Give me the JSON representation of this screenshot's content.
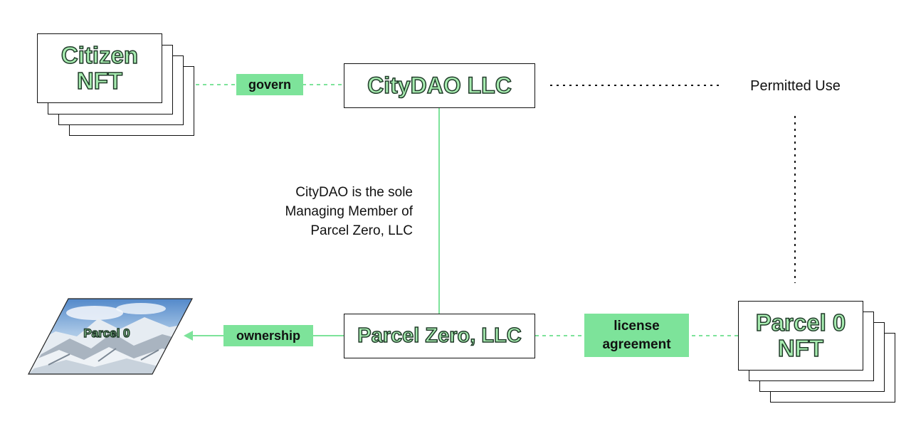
{
  "nodes": {
    "citizen_nft": "Citizen NFT",
    "citydao_llc": "CityDAO LLC",
    "parcel_zero_llc": "Parcel Zero, LLC",
    "parcel_0_nft": "Parcel 0 NFT",
    "parcel_0_image_label": "Parcel 0"
  },
  "edge_labels": {
    "govern": "govern",
    "ownership": "ownership",
    "license_agreement": "license agreement",
    "permitted_use": "Permitted Use",
    "managing_member": "CityDAO is the sole Managing Member of Parcel Zero, LLC"
  },
  "colors": {
    "accent_green": "#7de39a",
    "text_fill_green": "#a7ecb0",
    "outline_dark": "#1f3a28",
    "line_dark": "#111111"
  }
}
